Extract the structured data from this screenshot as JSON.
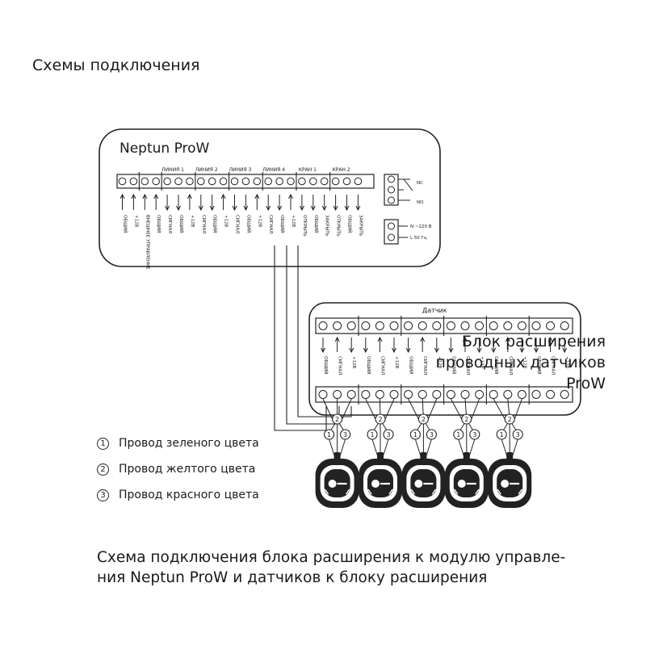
{
  "page": {
    "heading": "Схемы подключения",
    "caption_line1": "Блок расширения",
    "caption_line2": "проводных датчиков",
    "caption_line3": "ProW",
    "footer_line1": "Схема подключения блока расширения к модулю управле-",
    "footer_line2": "ния Neptun ProW и датчиков к блоку расширения"
  },
  "controller": {
    "title": "Neptun ProW",
    "group_labels": [
      "ЛИНИЯ 1",
      "ЛИНИЯ 2",
      "ЛИНИЯ 3",
      "ЛИНИЯ 4",
      "КРАН 1",
      "КРАН 2"
    ],
    "terminal_labels": [
      "ОБЩИЙ",
      "+12В",
      "ВНЕШНЕЕ УПРАВЛЕНИЕ",
      "ОБЩИЙ",
      "СИГНАЛ",
      "ОБЩИЙ",
      "+12В",
      "СИГНАЛ",
      "ОБЩИЙ",
      "+12В",
      "СИГНАЛ",
      "ОБЩИЙ",
      "+12В",
      "СИГНАЛ",
      "ОБЩИЙ",
      "+12В",
      "ОТКРЫТЬ",
      "ОБЩИЙ",
      "ЗАКРЫТЬ",
      "ОТКРЫТЬ",
      "ОБЩИЙ",
      "ЗАКРЫТЬ"
    ],
    "relay_labels": [
      "NC",
      "NO"
    ],
    "power_labels": [
      "N ~220 В",
      "L  50 Гц"
    ]
  },
  "expansion": {
    "title": "Датчик",
    "terminal_labels": [
      "ОБЩИЙ",
      "СИГНАЛ",
      "+12В",
      "ОБЩИЙ",
      "СИГНАЛ",
      "+12В",
      "ОБЩИЙ",
      "СИГНАЛ",
      "+12В",
      "ОБЩИЙ",
      "СИГНАЛ",
      "+12В",
      "ОБЩИЙ",
      "СИГНАЛ",
      "+12В",
      "ОБЩИЙ",
      "СИГНАЛ",
      "+12В"
    ]
  },
  "wire_labels": [
    "1",
    "2",
    "3"
  ],
  "sensors": {
    "count": 5
  },
  "legend": [
    {
      "num": "1",
      "text": "Провод зеленого цвета"
    },
    {
      "num": "2",
      "text": "Провод желтого цвета"
    },
    {
      "num": "3",
      "text": "Провод красного цвета"
    }
  ]
}
